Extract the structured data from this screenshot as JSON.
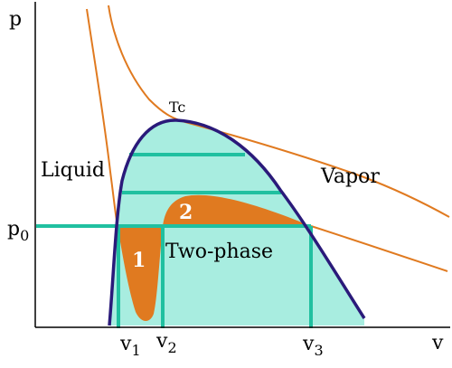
{
  "axes": {
    "y_label": "p",
    "x_label": "v",
    "p0_label": {
      "main": "p",
      "sub": "0"
    }
  },
  "critical_point_label": "Tc",
  "regions": {
    "liquid": "Liquid",
    "vapor": "Vapor",
    "two_phase": "Two-phase",
    "area_1": "1",
    "area_2": "2"
  },
  "volume_marks": [
    {
      "main": "v",
      "sub": "1"
    },
    {
      "main": "v",
      "sub": "2"
    },
    {
      "main": "v",
      "sub": "3"
    }
  ],
  "colors": {
    "dome_fill": "#a8ede0",
    "dome_outline": "#2a1a7a",
    "isotherm": "#e07a20",
    "maxwell_area": "#e07a20",
    "tie_line": "#20c0a0",
    "axis": "#000000"
  }
}
